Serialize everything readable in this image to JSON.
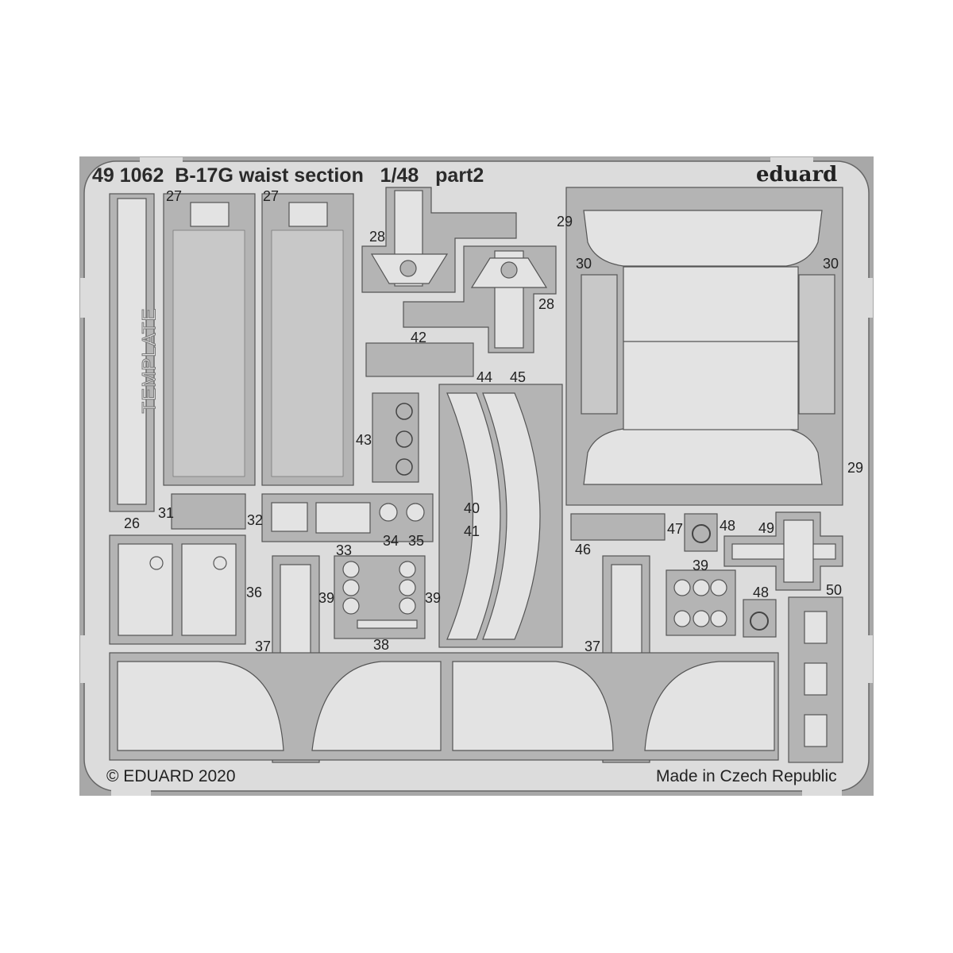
{
  "sheet": {
    "title": "49 1062  B-17G waist section   1/48   part2",
    "brand": "eduard",
    "copyright": "© EDUARD 2020",
    "origin": "Made in Czech Republic",
    "template_text": "TEMPLATE",
    "colors": {
      "background": "#ffffff",
      "fret": "#dcdcdc",
      "part": "#e3e3e3",
      "frame": "#b4b4b4",
      "outline": "#555555",
      "text": "#222222"
    }
  },
  "parts": [
    {
      "id": "26",
      "label": "26"
    },
    {
      "id": "27a",
      "label": "27"
    },
    {
      "id": "27b",
      "label": "27"
    },
    {
      "id": "28a",
      "label": "28"
    },
    {
      "id": "28b",
      "label": "28"
    },
    {
      "id": "29a",
      "label": "29"
    },
    {
      "id": "29b",
      "label": "29"
    },
    {
      "id": "30a",
      "label": "30"
    },
    {
      "id": "30b",
      "label": "30"
    },
    {
      "id": "31",
      "label": "31"
    },
    {
      "id": "32",
      "label": "32"
    },
    {
      "id": "33",
      "label": "33"
    },
    {
      "id": "34",
      "label": "34"
    },
    {
      "id": "35",
      "label": "35"
    },
    {
      "id": "36",
      "label": "36"
    },
    {
      "id": "37a",
      "label": "37"
    },
    {
      "id": "37b",
      "label": "37"
    },
    {
      "id": "38",
      "label": "38"
    },
    {
      "id": "39a",
      "label": "39"
    },
    {
      "id": "39b",
      "label": "39"
    },
    {
      "id": "39c",
      "label": "39"
    },
    {
      "id": "40",
      "label": "40"
    },
    {
      "id": "41",
      "label": "41"
    },
    {
      "id": "42",
      "label": "42"
    },
    {
      "id": "43",
      "label": "43"
    },
    {
      "id": "44",
      "label": "44"
    },
    {
      "id": "45",
      "label": "45"
    },
    {
      "id": "46",
      "label": "46"
    },
    {
      "id": "47",
      "label": "47"
    },
    {
      "id": "48a",
      "label": "48"
    },
    {
      "id": "48b",
      "label": "48"
    },
    {
      "id": "49",
      "label": "49"
    },
    {
      "id": "50",
      "label": "50"
    }
  ]
}
